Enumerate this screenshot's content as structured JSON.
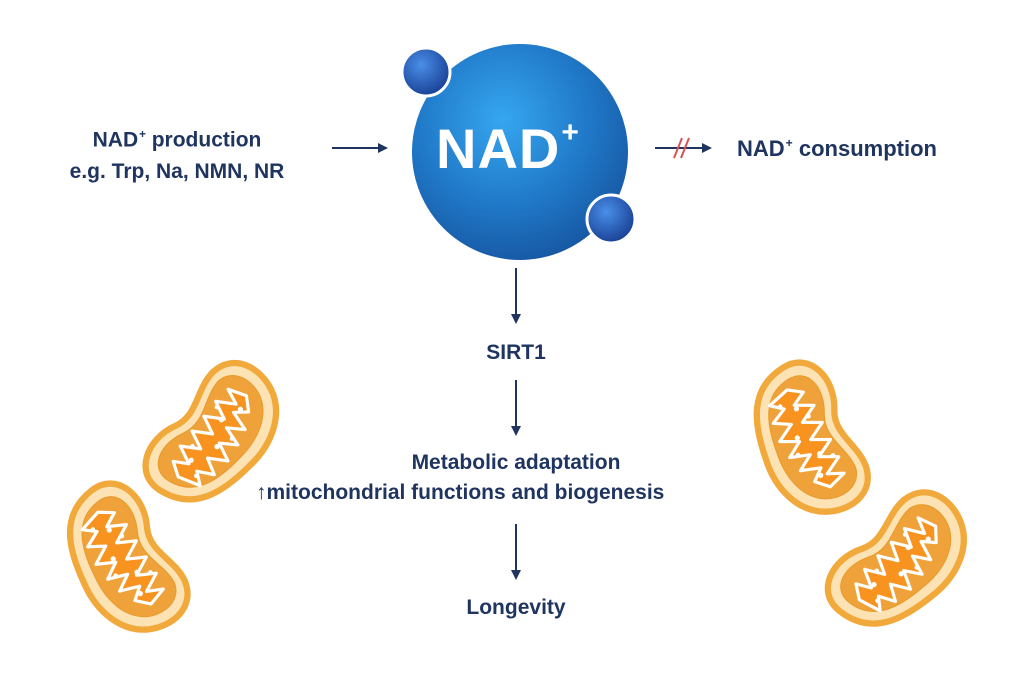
{
  "production": {
    "title": "NAD",
    "title_sup": "+",
    "title_rest": " production",
    "examples": "e.g. Trp, Na, NMN, NR"
  },
  "center_node": {
    "label": "NAD",
    "sup": "+"
  },
  "consumption": {
    "prefix": "NAD",
    "sup": "+",
    "rest": " consumption"
  },
  "pathway": {
    "step1": "SIRT1",
    "step2_line1": "Metabolic adaptation",
    "step2_arrow": "↑",
    "step2_line2": "mitochondrial functions and biogenesis",
    "step3": "Longevity"
  },
  "colors": {
    "text": "#1f3560",
    "nad_sphere": "#1e73be",
    "inhibit_mark": "#d9534f",
    "mito_outer": "#f2b54a",
    "mito_inner": "#f08a12"
  }
}
